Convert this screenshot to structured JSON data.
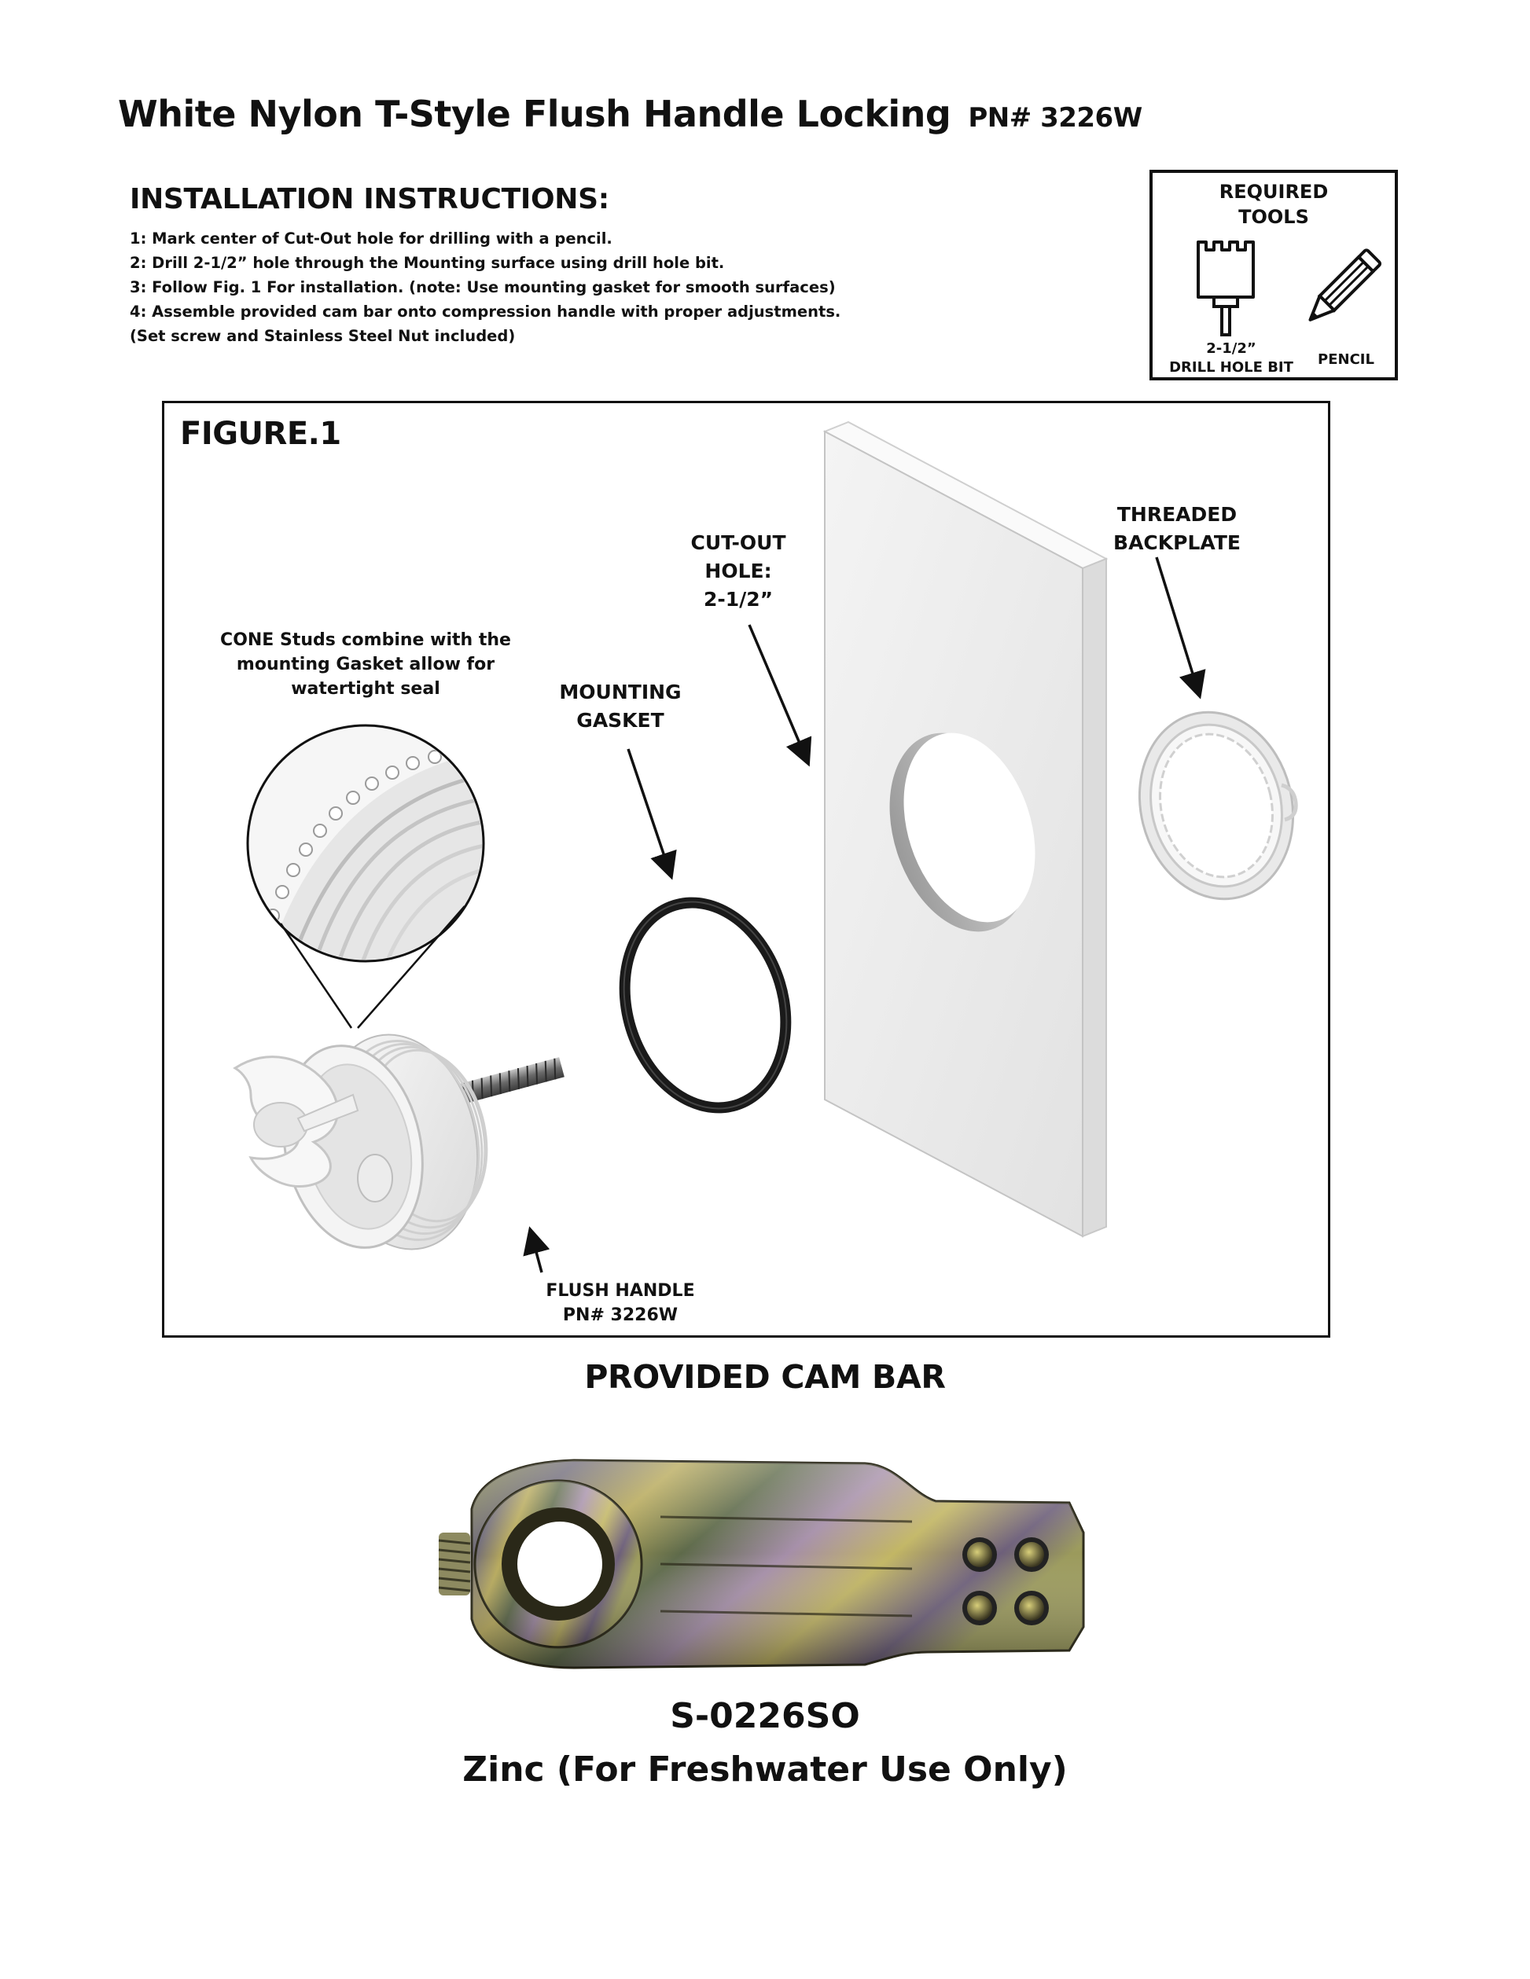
{
  "header": {
    "title": "White Nylon T-Style Flush Handle Locking",
    "part_number": "PN# 3226W"
  },
  "instructions": {
    "heading": "INSTALLATION INSTRUCTIONS:",
    "steps": [
      "1: Mark center of Cut-Out hole for drilling with a pencil.",
      "2: Drill 2-1/2” hole through the Mounting surface using drill hole bit.",
      "3: Follow Fig. 1 For installation. (note: Use mounting gasket for smooth surfaces)",
      "4: Assemble provided cam bar onto compression handle with proper adjustments.",
      "(Set screw and Stainless Steel Nut included)"
    ]
  },
  "tools": {
    "title_line1": "REQUIRED",
    "title_line2": "TOOLS",
    "drill_line1": "2-1/2”",
    "drill_line2": "DRILL HOLE BIT",
    "pencil": "PENCIL"
  },
  "figure": {
    "title": "FIGURE.1",
    "cone_note_line1": "CONE Studs combine with the",
    "cone_note_line2": "mounting Gasket allow for",
    "cone_note_line3": "watertight seal",
    "gasket_line1": "MOUNTING",
    "gasket_line2": "GASKET",
    "cutout_line1": "CUT-OUT",
    "cutout_line2": "HOLE:",
    "cutout_line3": "2-1/2”",
    "backplate_line1": "THREADED",
    "backplate_line2": "BACKPLATE",
    "handle_line1": "FLUSH HANDLE",
    "handle_line2": "PN# 3226W"
  },
  "cam_bar": {
    "heading": "PROVIDED CAM BAR",
    "part_number": "S-0226SO",
    "description": "Zinc (For Freshwater Use Only)"
  }
}
